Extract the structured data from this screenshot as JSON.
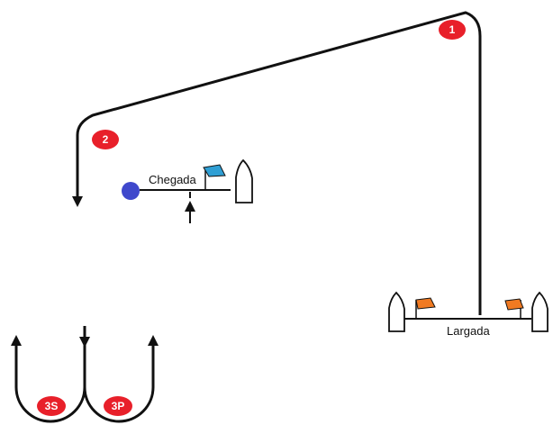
{
  "marks": [
    {
      "id": "1",
      "label": "1"
    },
    {
      "id": "2",
      "label": "2"
    },
    {
      "id": "3s",
      "label": "3S"
    },
    {
      "id": "3p",
      "label": "3P"
    }
  ],
  "lines": {
    "finish": "Chegada",
    "start": "Largada"
  },
  "colors": {
    "mark": "#e8202a",
    "course": "#111111",
    "buoy": "#3f48cc",
    "finish_flag": "#2f9fd4",
    "start_flag": "#f07a22",
    "boat": "#ffffff"
  }
}
